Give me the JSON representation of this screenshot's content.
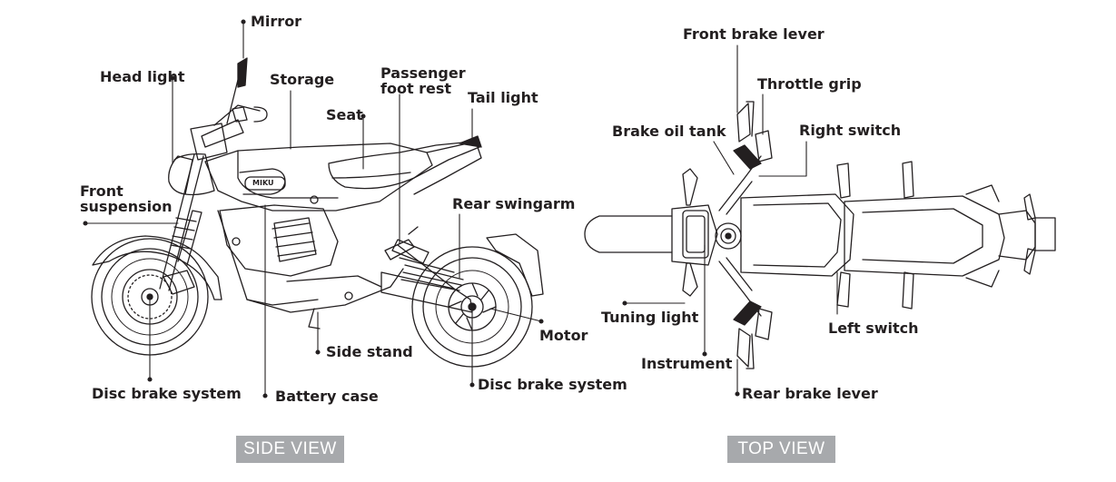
{
  "side_view": {
    "title": "SIDE VIEW",
    "labels": {
      "mirror": "Mirror",
      "head_light": "Head light",
      "storage": "Storage",
      "seat": "Seat",
      "passenger_foot_rest": "Passenger\nfoot rest",
      "tail_light": "Tail light",
      "front_suspension": "Front\nsuspension",
      "rear_swingarm": "Rear swingarm",
      "motor": "Motor",
      "side_stand": "Side stand",
      "disc_brake_front": "Disc brake system",
      "battery_case": "Battery case",
      "disc_brake_rear": "Disc brake system"
    }
  },
  "top_view": {
    "title": "TOP VIEW",
    "labels": {
      "front_brake_lever": "Front brake lever",
      "throttle_grip": "Throttle grip",
      "brake_oil_tank": "Brake oil tank",
      "right_switch": "Right switch",
      "tuning_light": "Tuning light",
      "left_switch": "Left switch",
      "instrument": "Instrument",
      "rear_brake_lever": "Rear brake lever"
    }
  },
  "brand_badge": "MIKU"
}
